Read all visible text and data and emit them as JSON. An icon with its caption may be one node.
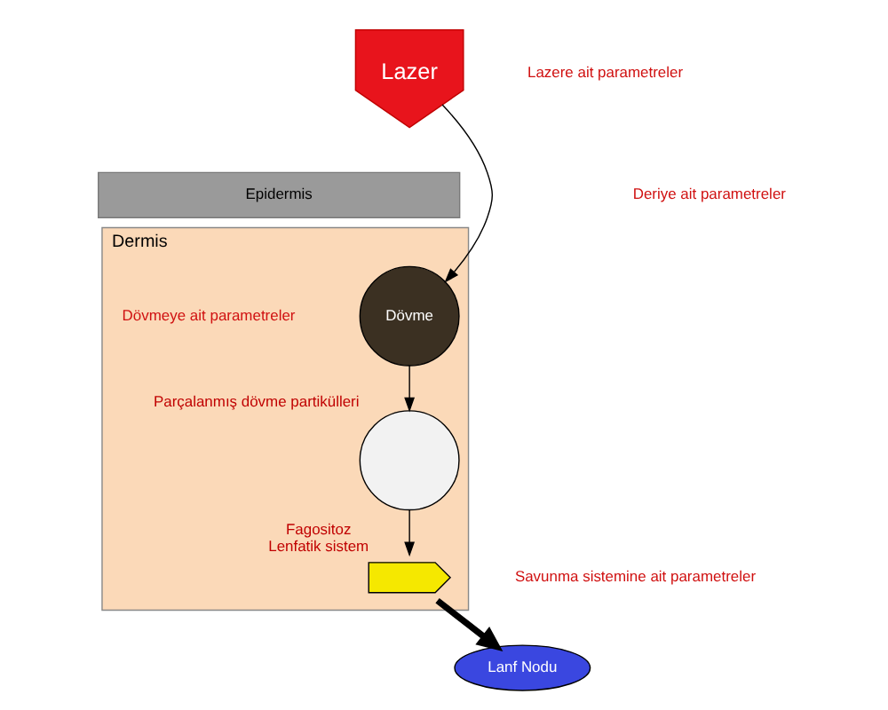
{
  "diagram": {
    "nodes": [
      {
        "text": [
          "Lazer"
        ]
      },
      {
        "text": [
          "Epidermis"
        ]
      },
      {
        "text": [
          "Dermis"
        ]
      },
      {
        "text": [
          "Dövme"
        ],
        "in": 2
      },
      {
        "text": [],
        "shape": "circle",
        "in": 2,
        "beside": [
          "Parçalanmış dövme partikülleri"
        ]
      },
      {
        "text": [],
        "shape": "pentagon",
        "in": 2,
        "beside": [
          "Fagositoz",
          "Lenfatik sistem"
        ]
      },
      {
        "text": [
          "Lanf Nodu"
        ]
      }
    ],
    "edges": [
      {
        "from": 0,
        "to": 3,
        "arrow": "to"
      },
      {
        "from": 3,
        "to": 4,
        "arrow": "to"
      },
      {
        "from": 4,
        "to": 5,
        "arrow": "to"
      },
      {
        "from": 5,
        "to": 6,
        "arrow": "to",
        "style": "thick"
      }
    ],
    "labels": [
      "Lazere ait parametreler",
      "Deriye ait parametreler",
      "Dövmeye ait parametreler",
      "Savunma sistemine ait parametreler"
    ]
  }
}
